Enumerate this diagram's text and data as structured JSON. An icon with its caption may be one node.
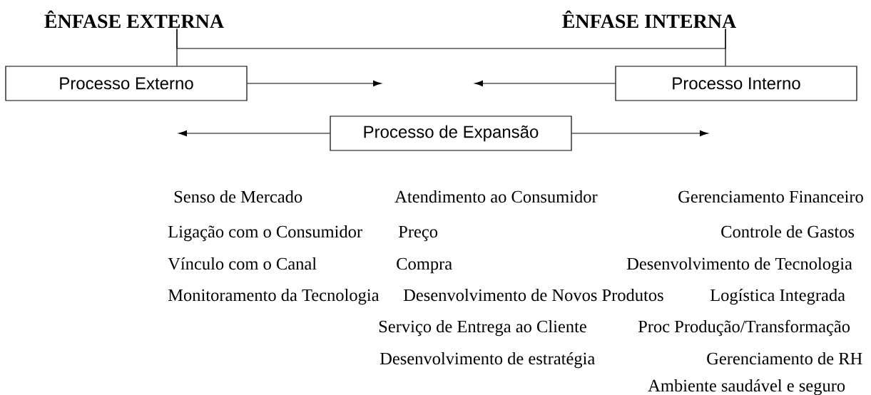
{
  "diagram": {
    "nodes": [
      {
        "text": [
          "ÊNFASE EXTERNA"
        ]
      },
      {
        "text": [
          "ÊNFASE INTERNA"
        ]
      },
      {
        "text": [
          "Processo Externo"
        ]
      },
      {
        "text": [
          "Processo Interno"
        ]
      },
      {
        "text": [
          "Processo de Expansão"
        ]
      }
    ],
    "edges": [
      {
        "from": 0,
        "to": 1,
        "arrow": "none"
      },
      {
        "from": 0,
        "to": 2,
        "arrow": "none"
      },
      {
        "from": 1,
        "to": 3,
        "arrow": "none"
      },
      {
        "from": 2,
        "to": null,
        "arrow": "to"
      },
      {
        "from": 3,
        "to": null,
        "arrow": "to"
      },
      {
        "from": 4,
        "to": null,
        "arrow": "to"
      },
      {
        "from": 4,
        "to": null,
        "arrow": "to"
      }
    ],
    "labels": [
      "Senso de Mercado",
      "Atendimento ao Consumidor",
      "Gerenciamento Financeiro",
      "Ligação com o Consumidor",
      "Preço",
      "Controle de Gastos",
      "Vínculo com o Canal",
      "Compra",
      "Desenvolvimento de Tecnologia",
      "Monitoramento da Tecnologia",
      "Desenvolvimento de Novos Produtos",
      "Logística Integrada",
      "Serviço de Entrega ao Cliente",
      "Proc Produção/Transformação",
      "Desenvolvimento de estratégia",
      "Gerenciamento de RH",
      "Ambiente saudável e seguro"
    ]
  }
}
